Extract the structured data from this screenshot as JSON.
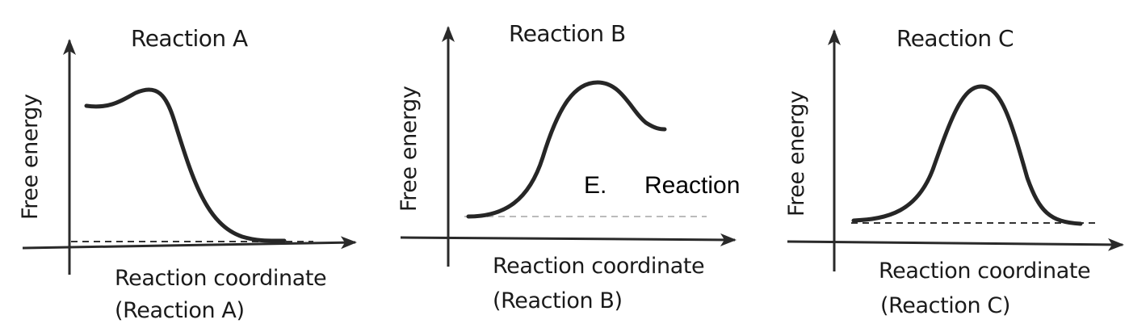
{
  "colors": {
    "ink": "#262626",
    "dash_dark": "#333333",
    "dash_light": "#bbbbbb"
  },
  "panels": [
    {
      "title": "Reaction A",
      "ylabel": "Free energy",
      "xlabel_line1": "Reaction coordinate",
      "xlabel_line2": "(Reaction A)",
      "profile": "exergonic: high start, small hump, falls to low end"
    },
    {
      "title": "Reaction B",
      "ylabel": "Free energy",
      "xlabel_line1": "Reaction coordinate",
      "xlabel_line2": "(Reaction B)",
      "profile": "endergonic: low start, large peak, ends higher"
    },
    {
      "title": "Reaction C",
      "ylabel": "Free energy",
      "xlabel_line1": "Reaction coordinate",
      "xlabel_line2": "(Reaction C)",
      "profile": "equal start and end with large peak"
    }
  ],
  "overlay": {
    "choice_letter": "E.",
    "choice_text": "Reaction"
  }
}
